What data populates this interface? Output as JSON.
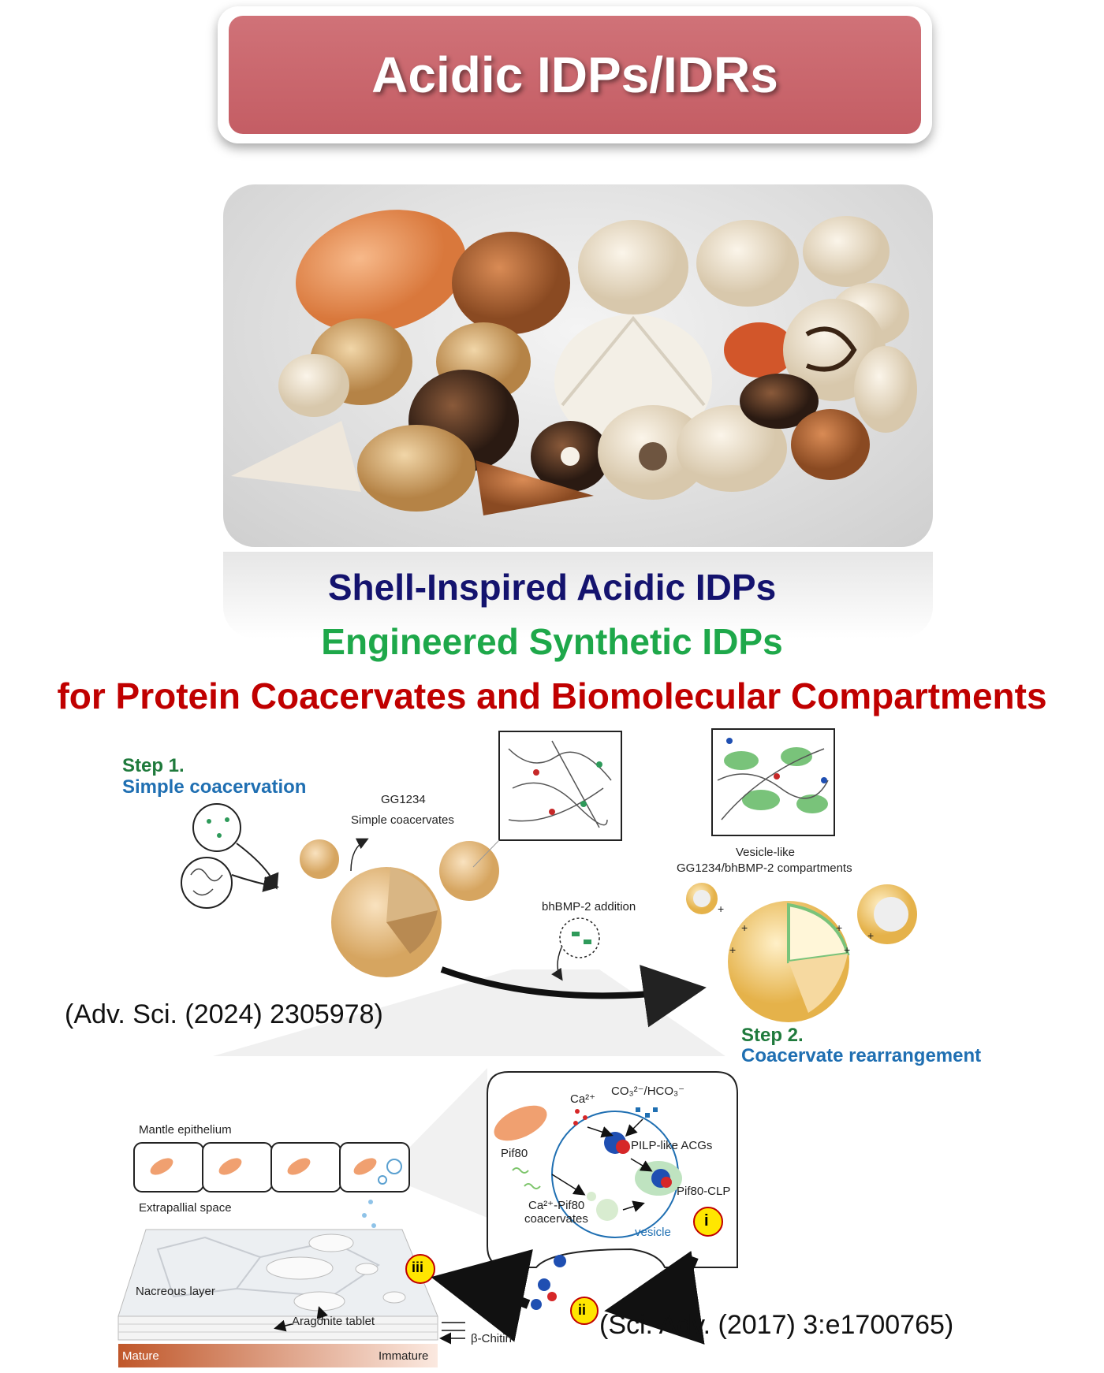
{
  "title": "Acidic IDPs/IDRs",
  "headings": {
    "line1": "Shell-Inspired Acidic IDPs",
    "line2": "Engineered Synthetic IDPs",
    "line3": "for Protein Coacervates and Biomolecular Compartments"
  },
  "colors": {
    "banner": "#c96268",
    "line1": "#14136e",
    "line2": "#1ea84a",
    "line3": "#c00000",
    "step_green": "#1f7a3c",
    "step_blue": "#1f6fb2"
  },
  "coacervation": {
    "step1_label": "Step 1.",
    "step1_desc": "Simple coacervation",
    "gg_label": "GG1234",
    "simple_coacervates": "Simple coacervates",
    "addition_label": "bhBMP-2 addition",
    "vesicle_label_1": "Vesicle-like",
    "vesicle_label_2": "GG1234/bhBMP-2 compartments",
    "step2_label": "Step 2.",
    "step2_desc": "Coacervate rearrangement",
    "reference": "(Adv. Sci. (2024) 2305978)"
  },
  "nacre": {
    "mantle": "Mantle epithelium",
    "extrapallial": "Extrapallial space",
    "nacreous": "Nacreous layer",
    "aragonite": "Aragonite tablet",
    "chitin": "β-Chitin",
    "mature": "Mature",
    "immature": "Immature",
    "ca": "Ca²⁺",
    "co3": "CO₃²⁻/HCO₃⁻",
    "pif80": "Pif80",
    "pilp": "PILP-like ACGs",
    "ca_pif80_1": "Ca²⁺-Pif80",
    "ca_pif80_2": "coacervates",
    "pif80_clp": "Pif80-CLP",
    "vesicle": "vesicle",
    "marker_i": "i",
    "marker_ii": "ii",
    "marker_iii": "iii",
    "reference": "(Sci. Adv. (2017) 3:e1700765)"
  }
}
